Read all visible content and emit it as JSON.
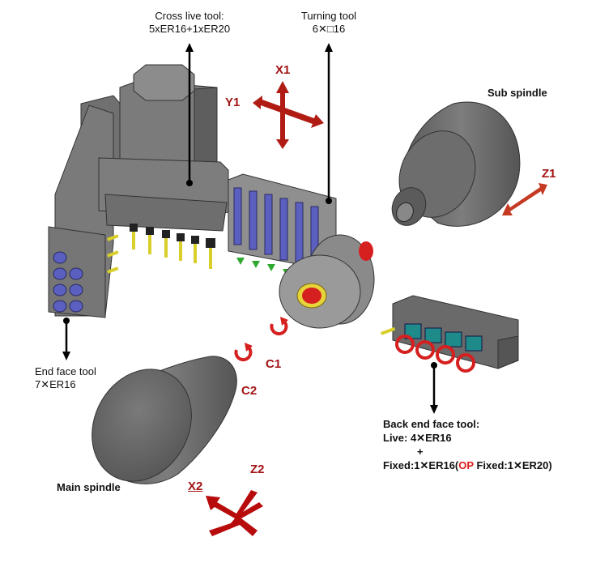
{
  "title": "Machine tool layout diagram",
  "labels": {
    "cross_live_tool": {
      "line1": "Cross live tool:",
      "line2": "5xER16+1xER20"
    },
    "turning_tool": {
      "line1": "Turning tool",
      "line2": "6✕□16"
    },
    "sub_spindle": "Sub spindle",
    "end_face_tool": {
      "line1": "End face tool",
      "line2": "7✕ER16"
    },
    "main_spindle": "Main spindle",
    "back_end_face_tool": {
      "line1": "Back end face tool:",
      "line2": "Live: 4✕ER16",
      "line3": "+",
      "line4_a": "Fixed:1✕ER16(",
      "line4_op": "OP",
      "line4_b": " Fixed:1✕ER20)"
    }
  },
  "axes": {
    "x1": "X1",
    "y1": "Y1",
    "z1": "Z1",
    "c1": "C1",
    "c2": "C2",
    "x2": "X2",
    "z2": "Z2"
  },
  "colors": {
    "axis_arrow": "#b01c14",
    "axis_text": "#a31414",
    "op_highlight": "#e01b1b",
    "body_gray": "#6b6b6b",
    "tool_holder_blue": "#5a5fc0",
    "insert_green": "#2ea82e",
    "drill_yellow": "#d8cf2a",
    "teal_block": "#1e8a8a"
  }
}
